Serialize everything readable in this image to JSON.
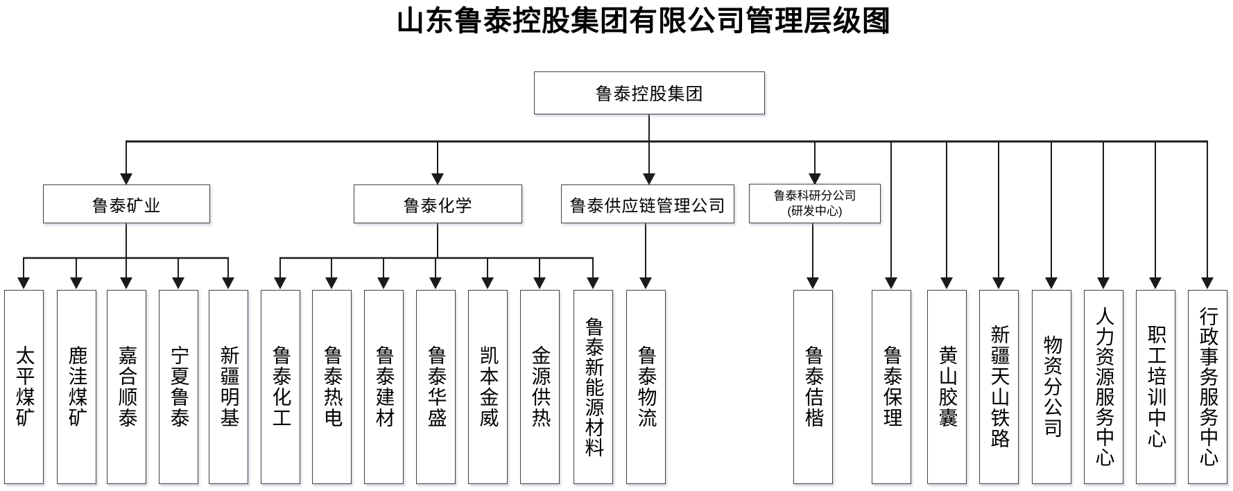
{
  "title": "山东鲁泰控股集团有限公司管理层级图",
  "root": {
    "label": "鲁泰控股集团"
  },
  "branches": [
    {
      "label": "鲁泰矿业",
      "children": [
        "太平煤矿",
        "鹿洼煤矿",
        "嘉合顺泰",
        "宁夏鲁泰",
        "新疆明基"
      ]
    },
    {
      "label": "鲁泰化学",
      "children": [
        "鲁泰化工",
        "鲁泰热电",
        "鲁泰建材",
        "鲁泰华盛",
        "凯本金威",
        "金源供热",
        "鲁泰新能源材料"
      ]
    },
    {
      "label": "鲁泰供应链管理公司",
      "children": [
        "鲁泰物流"
      ]
    },
    {
      "label": "鲁泰科研分公司",
      "sublabel": "(研发中心)",
      "children": [
        "鲁泰佶楷"
      ]
    }
  ],
  "direct_subsidiaries": [
    "鲁泰保理",
    "黄山胶囊",
    "新疆天山铁路",
    "物资分公司",
    "人力资源服务中心",
    "职工培训中心",
    "行政事务服务中心"
  ],
  "colors": {
    "line": "#1a1a1a",
    "box_border": "#3f3f3f",
    "background": "#ffffff",
    "text": "#000000"
  }
}
